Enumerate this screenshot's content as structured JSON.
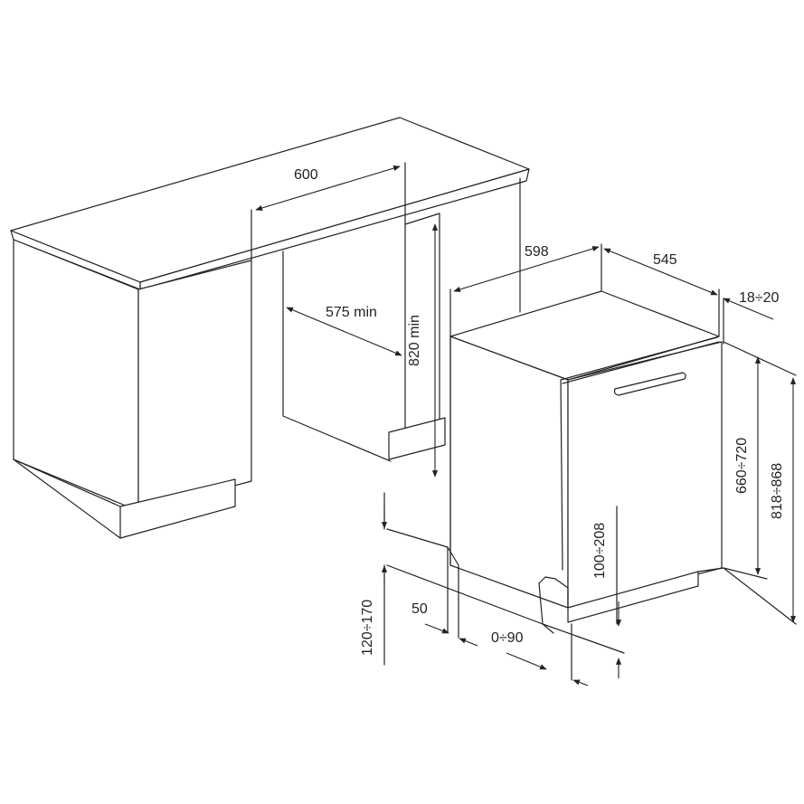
{
  "dimensions": {
    "countertop_width": "600",
    "niche_depth": "575 min",
    "niche_height": "820 min",
    "appliance_width": "598",
    "appliance_depth": "545",
    "door_offset": "18÷20",
    "appliance_height": "818÷868",
    "door_height": "660÷720",
    "foot_adjust": "100÷208",
    "plinth_height": "120÷170",
    "plinth_gap": "50",
    "plinth_setback": "0÷90"
  },
  "colors": {
    "line": "#222222",
    "background": "#ffffff"
  }
}
